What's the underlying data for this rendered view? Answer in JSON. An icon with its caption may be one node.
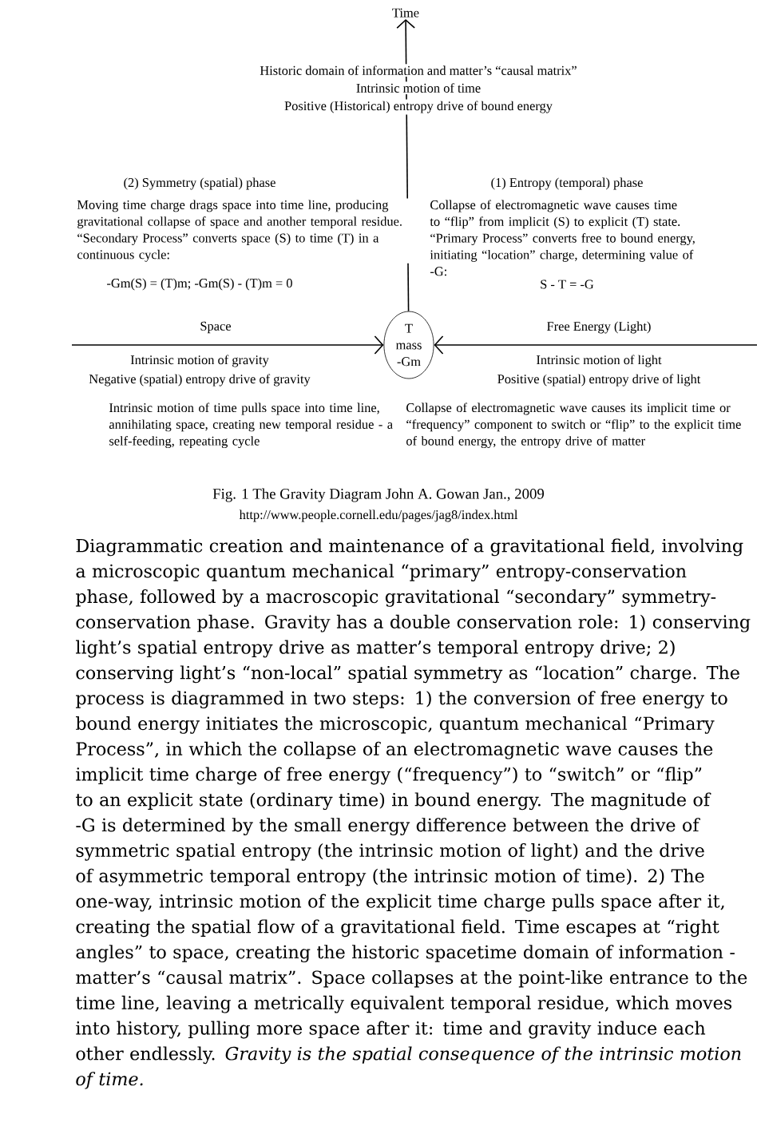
{
  "diagram": {
    "caption": "Fig. 1 The Gravity Diagram John A. Gowan Jan., 2009",
    "nodes": [
      {
        "text": [
          "Time"
        ]
      },
      {
        "text": [
          "T mass -Gm"
        ]
      }
    ],
    "edges": [
      {
        "from": 1,
        "to": 0,
        "arrow": "to"
      },
      {
        "from": null,
        "to": 1,
        "arrow": "to",
        "label": "Space"
      },
      {
        "from": null,
        "to": 1,
        "arrow": "to",
        "label": "Free Energy (Light)"
      }
    ],
    "labels": [
      "Historic domain of information and matter’s “causal matrix”",
      "Intrinsic motion of time",
      "Positive (Historical) entropy drive of bound energy",
      "(2) Symmetry (spatial) phase",
      "Moving time charge drags space into time line, producing gravitational collapse of space and another temporal residue. “Secondary Process” converts space (S) to time (T) in a continuous cycle:",
      "-Gm(S) = (T)m; -Gm(S) - (T)m = 0",
      "(1) Entropy (temporal) phase",
      "Collapse of electromagnetic wave causes time to “flip” from implicit (S) to explicit (T) state. “Primary Process” converts free to bound energy, initiating “location” charge, determining value of -G:",
      "S - T = -G",
      "Intrinsic motion of gravity",
      "Negative (spatial) entropy drive of gravity",
      "Intrinsic motion of light",
      "Positive (spatial) entropy drive of light",
      "Intrinsic motion of time pulls space into time line, annihilating space, creating new temporal residue - a self-feeding, repeating cycle",
      "Collapse of electromagnetic wave causes its implicit time or “frequency” component to switch or “flip” to the explicit time of bound energy, the entropy drive of matter",
      "http://www.people.cornell.edu/pages/jag8/index.html",
      "Diagrammatic creation and maintenance of a gravitational field, involving a microscopic quantum mechanical “primary” entropy-conservation phase, followed by a macroscopic gravitational “secondary” symmetry-conservation phase. Gravity has a double conservation role: 1) conserving light’s spatial entropy drive as matter’s temporal entropy drive; 2) conserving light’s “non-local” spatial symmetry as “location” charge. The process is diagrammed in two steps: 1) the conversion of free energy to bound energy initiates the microscopic, quantum mechanical “Primary Process”, in which the collapse of an electromagnetic wave causes the implicit time charge of free energy (“frequency”) to “switch” or “flip” to an explicit state (ordinary time) in bound energy. The magnitude of -G is determined by the small energy difference between the drive of symmetric spatial entropy (the intrinsic motion of light) and the drive of asymmetric temporal entropy (the intrinsic motion of time). 2) The one-way, intrinsic motion of the explicit time charge pulls space after it, creating the spatial flow of a gravitational field. Time escapes at “right angles” to space, creating the historic spacetime domain of information - matter’s “causal matrix”. Space collapses at the point-like entrance to the time line, leaving a metrically equivalent temporal residue, which moves into history, pulling more space after it: time and gravity induce each other endlessly. *Gravity is the spatial consequence of the intrinsic motion of time.*"
    ]
  }
}
